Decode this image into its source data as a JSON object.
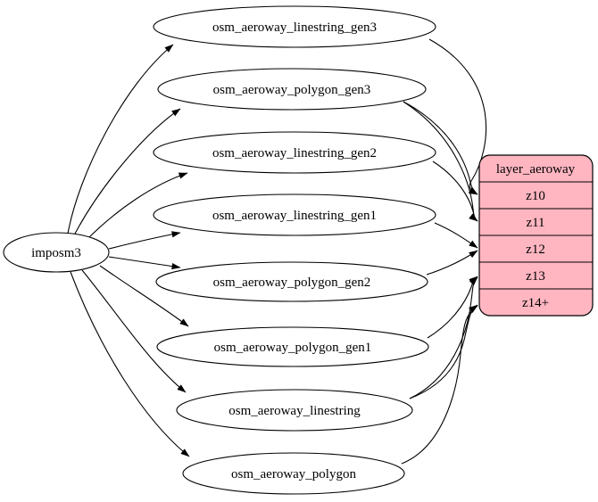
{
  "diagram": {
    "source": {
      "label": "imposm3"
    },
    "tables": [
      {
        "label": "osm_aeroway_linestring_gen3"
      },
      {
        "label": "osm_aeroway_polygon_gen3"
      },
      {
        "label": "osm_aeroway_linestring_gen2"
      },
      {
        "label": "osm_aeroway_linestring_gen1"
      },
      {
        "label": "osm_aeroway_polygon_gen2"
      },
      {
        "label": "osm_aeroway_polygon_gen1"
      },
      {
        "label": "osm_aeroway_linestring"
      },
      {
        "label": "osm_aeroway_polygon"
      }
    ],
    "layer": {
      "title": "layer_aeroway",
      "rows": [
        {
          "label": "z10"
        },
        {
          "label": "z11"
        },
        {
          "label": "z12"
        },
        {
          "label": "z13"
        },
        {
          "label": "z14+"
        }
      ]
    },
    "edges": {
      "from_source": [
        "osm_aeroway_linestring_gen3",
        "osm_aeroway_polygon_gen3",
        "osm_aeroway_linestring_gen2",
        "osm_aeroway_linestring_gen1",
        "osm_aeroway_polygon_gen2",
        "osm_aeroway_polygon_gen1",
        "osm_aeroway_linestring",
        "osm_aeroway_polygon"
      ],
      "to_layer": [
        {
          "from": "osm_aeroway_linestring_gen3",
          "to": "z10"
        },
        {
          "from": "osm_aeroway_polygon_gen3",
          "to": "z10"
        },
        {
          "from": "osm_aeroway_polygon_gen3",
          "to": "z11"
        },
        {
          "from": "osm_aeroway_linestring_gen2",
          "to": "z11"
        },
        {
          "from": "osm_aeroway_linestring_gen1",
          "to": "z12"
        },
        {
          "from": "osm_aeroway_polygon_gen2",
          "to": "z12"
        },
        {
          "from": "osm_aeroway_polygon_gen1",
          "to": "z13"
        },
        {
          "from": "osm_aeroway_linestring",
          "to": "z13"
        },
        {
          "from": "osm_aeroway_linestring",
          "to": "z14+"
        },
        {
          "from": "osm_aeroway_polygon",
          "to": "z14+"
        }
      ]
    },
    "colors": {
      "layer_fill": "#ffb6c1",
      "table_fill": "#ffffff",
      "stroke": "#000000",
      "background": "#ffffff"
    }
  }
}
